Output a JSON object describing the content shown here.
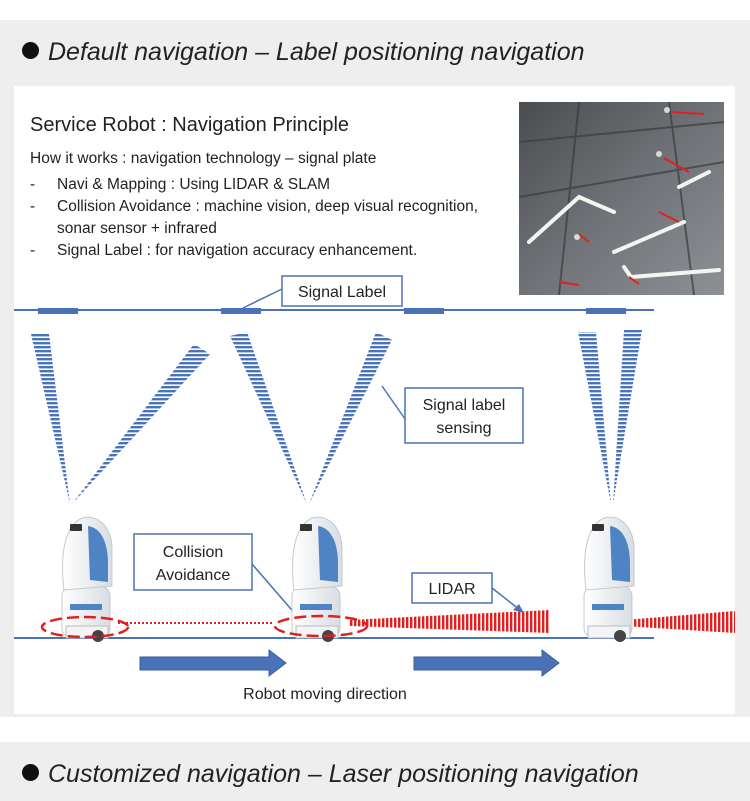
{
  "sections": {
    "top_title": "Default navigation – Label positioning navigation",
    "bottom_title": "Customized navigation – Laser positioning navigation"
  },
  "panel": {
    "heading": "Service Robot : Navigation Principle",
    "how_it_works": "How it works : navigation technology – signal plate",
    "bullets": [
      "Navi & Mapping  : Using LIDAR & SLAM",
      "Collision Avoidance : machine vision, deep visual recognition, sonar sensor + infrared",
      "Signal Label : for navigation accuracy enhancement."
    ]
  },
  "diagram": {
    "signal_label": "Signal Label",
    "signal_sensing_line1": "Signal label",
    "signal_sensing_line2": "sensing",
    "collision_line1": "Collision",
    "collision_line2": "Avoidance",
    "lidar": "LIDAR",
    "direction": "Robot moving direction"
  },
  "colors": {
    "line_blue": "#4a72b8",
    "red": "#e02020",
    "robot_blue": "#4f84c4",
    "background_band": "#eeeeee"
  }
}
